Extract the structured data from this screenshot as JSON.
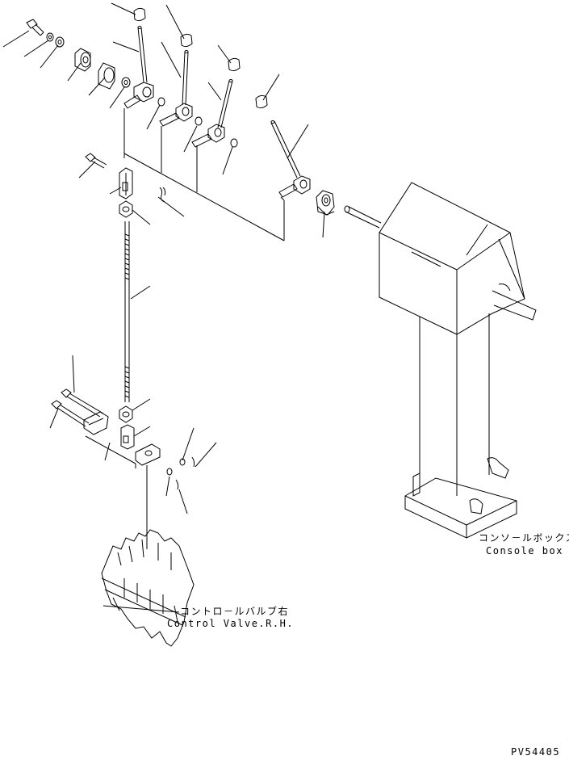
{
  "labels": {
    "console_box_jp": "コンソ－ルボックス",
    "console_box_en": "Console box",
    "control_valve_jp": "コントロ－ルバルブ右",
    "control_valve_en": "Control Valve.R.H.",
    "drawing_code": "PV54405"
  }
}
